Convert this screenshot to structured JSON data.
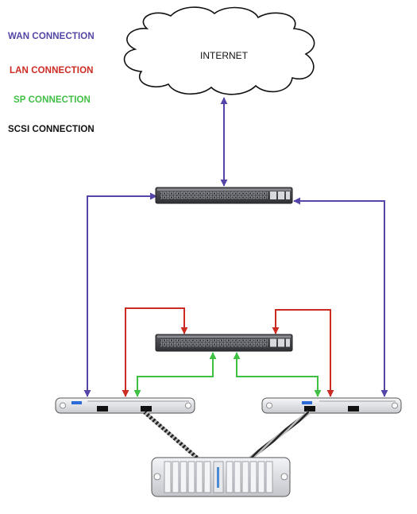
{
  "legend": {
    "wan": {
      "label": "WAN CONNECTION",
      "color": "#5346a8"
    },
    "lan": {
      "label": "LAN CONNECTION",
      "color": "#cc2b22"
    },
    "sp": {
      "label": "SP CONNECTION",
      "color": "#3fbf44"
    },
    "scsi": {
      "label": "SCSI CONNECTION",
      "color": "#111111"
    }
  },
  "internet": {
    "label": "INTERNET"
  },
  "colors": {
    "switch_body": "#3f4046",
    "server_body": "#e6e7ea",
    "storage_body": "#e3e4e8"
  },
  "devices": [
    "wan-switch",
    "lan-switch",
    "server-left",
    "server-right",
    "storage-array"
  ]
}
